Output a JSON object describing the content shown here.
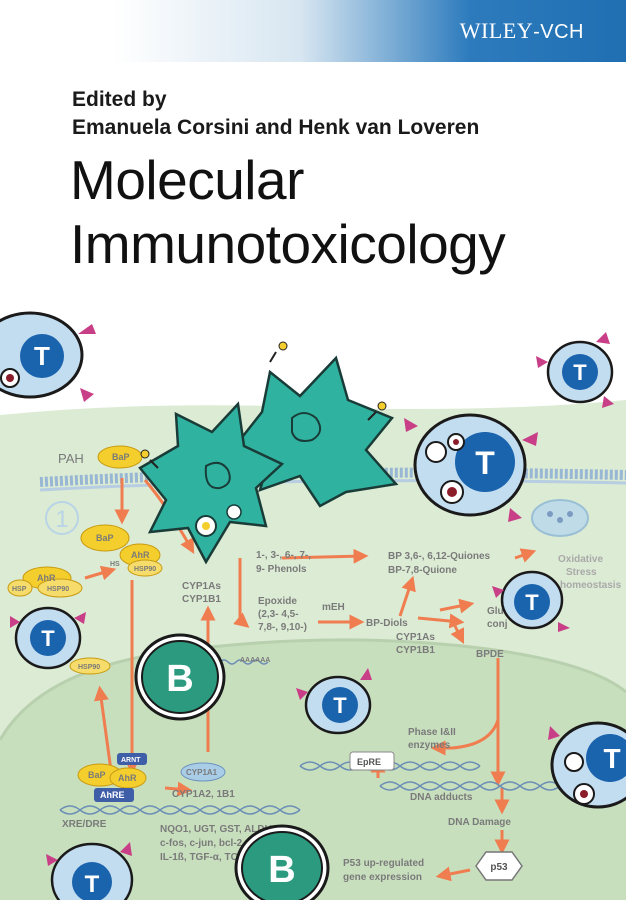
{
  "publisher": {
    "name": "WILEY",
    "suffix": "-VCH"
  },
  "editors": {
    "line1": "Edited by",
    "line2": "Emanuela Corsini and Henk van Loveren"
  },
  "title": {
    "line1": "Molecular",
    "line2": "Immunotoxicology"
  },
  "illustration": {
    "cell_letters": {
      "t": "T",
      "b": "B"
    },
    "number_one": "1",
    "labels": {
      "pah": "PAH",
      "bap": "BaP",
      "ahr": "AhR",
      "hsp90": "HSP90",
      "hsp": "HSP",
      "hsp_short": "HS",
      "arnt": "ARNT",
      "ahre": "AhRE",
      "xre_dre": "XRE/DRE",
      "cyp1as": "CYP1As",
      "cyp1b1": "CYP1B1",
      "cyp1a1": "CYP1A1",
      "cyp1a2_1b1": "CYP1A2, 1B1",
      "phenols_1": "1-, 3-, 6-, 7-,",
      "phenols_2": "9- Phenols",
      "epoxide_1": "Epoxide",
      "epoxide_2": "(2,3- 4,5-",
      "epoxide_3": "7,8-, 9,10-)",
      "meh": "mEH",
      "bp_diols": "BP-Diols",
      "quiones_1": "BP 3,6-, 6,12-Quiones",
      "quiones_2": "BP-7,8-Quione",
      "oxidative": "Oxidative",
      "stress": "Stress",
      "homeostasis": "homeostasis",
      "glu": "Glu",
      "conj": "conj",
      "bpde": "BPDE",
      "epre": "EpRE",
      "phase": "Phase I&II",
      "enzymes": "enzymes",
      "dna_adducts": "DNA adducts",
      "dna_damage": "DNA Damage",
      "nqo1": "NQO1, UGT, GST, ALDH",
      "cfos": "c-fos, c-jun, bcl-2",
      "il1b": "IL-1ß, TGF-α, TC",
      "p53_up": "P53 up-regulated",
      "gene_expr": "gene expression",
      "p53": "p53",
      "aaaaaa": "AAAAAA"
    }
  },
  "colors": {
    "publisher_blue": "#1f6fb2",
    "arrow_orange": "#f07d4f",
    "cytoplasm_green": "#dcebd4",
    "membrane_blue": "#98b7d4",
    "dendritic_teal": "#2fb3a0",
    "t_cell_blue": "#1a63ad",
    "b_cell_green": "#2b9a7f",
    "receptor_magenta": "#c93f87",
    "yellow": "#f4ce2c"
  }
}
